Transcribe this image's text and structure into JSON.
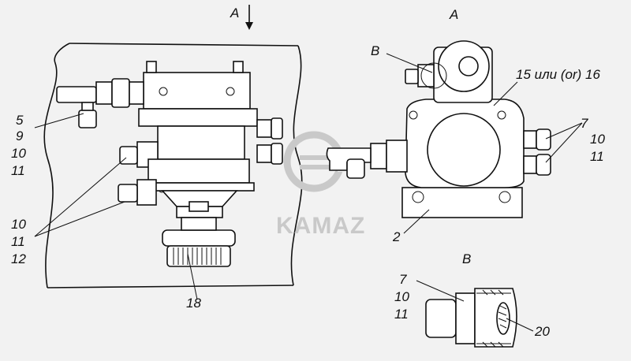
{
  "view_labels": {
    "arrow_a": "A",
    "view_a": "A",
    "view_b_title": "B",
    "view_b_marker": "B"
  },
  "callouts": {
    "left_upper": [
      "5",
      "9",
      "10",
      "11"
    ],
    "left_lower": [
      "10",
      "11",
      "12"
    ],
    "left_bottom": "18",
    "right_top": "15 или (or) 16",
    "right_side": [
      "7",
      "10",
      "11"
    ],
    "right_base": "2",
    "detail_b": [
      "7",
      "10",
      "11"
    ],
    "detail_b_20": "20"
  },
  "logo": {
    "text": "KAMAZ",
    "color": "#c9c9c9"
  }
}
